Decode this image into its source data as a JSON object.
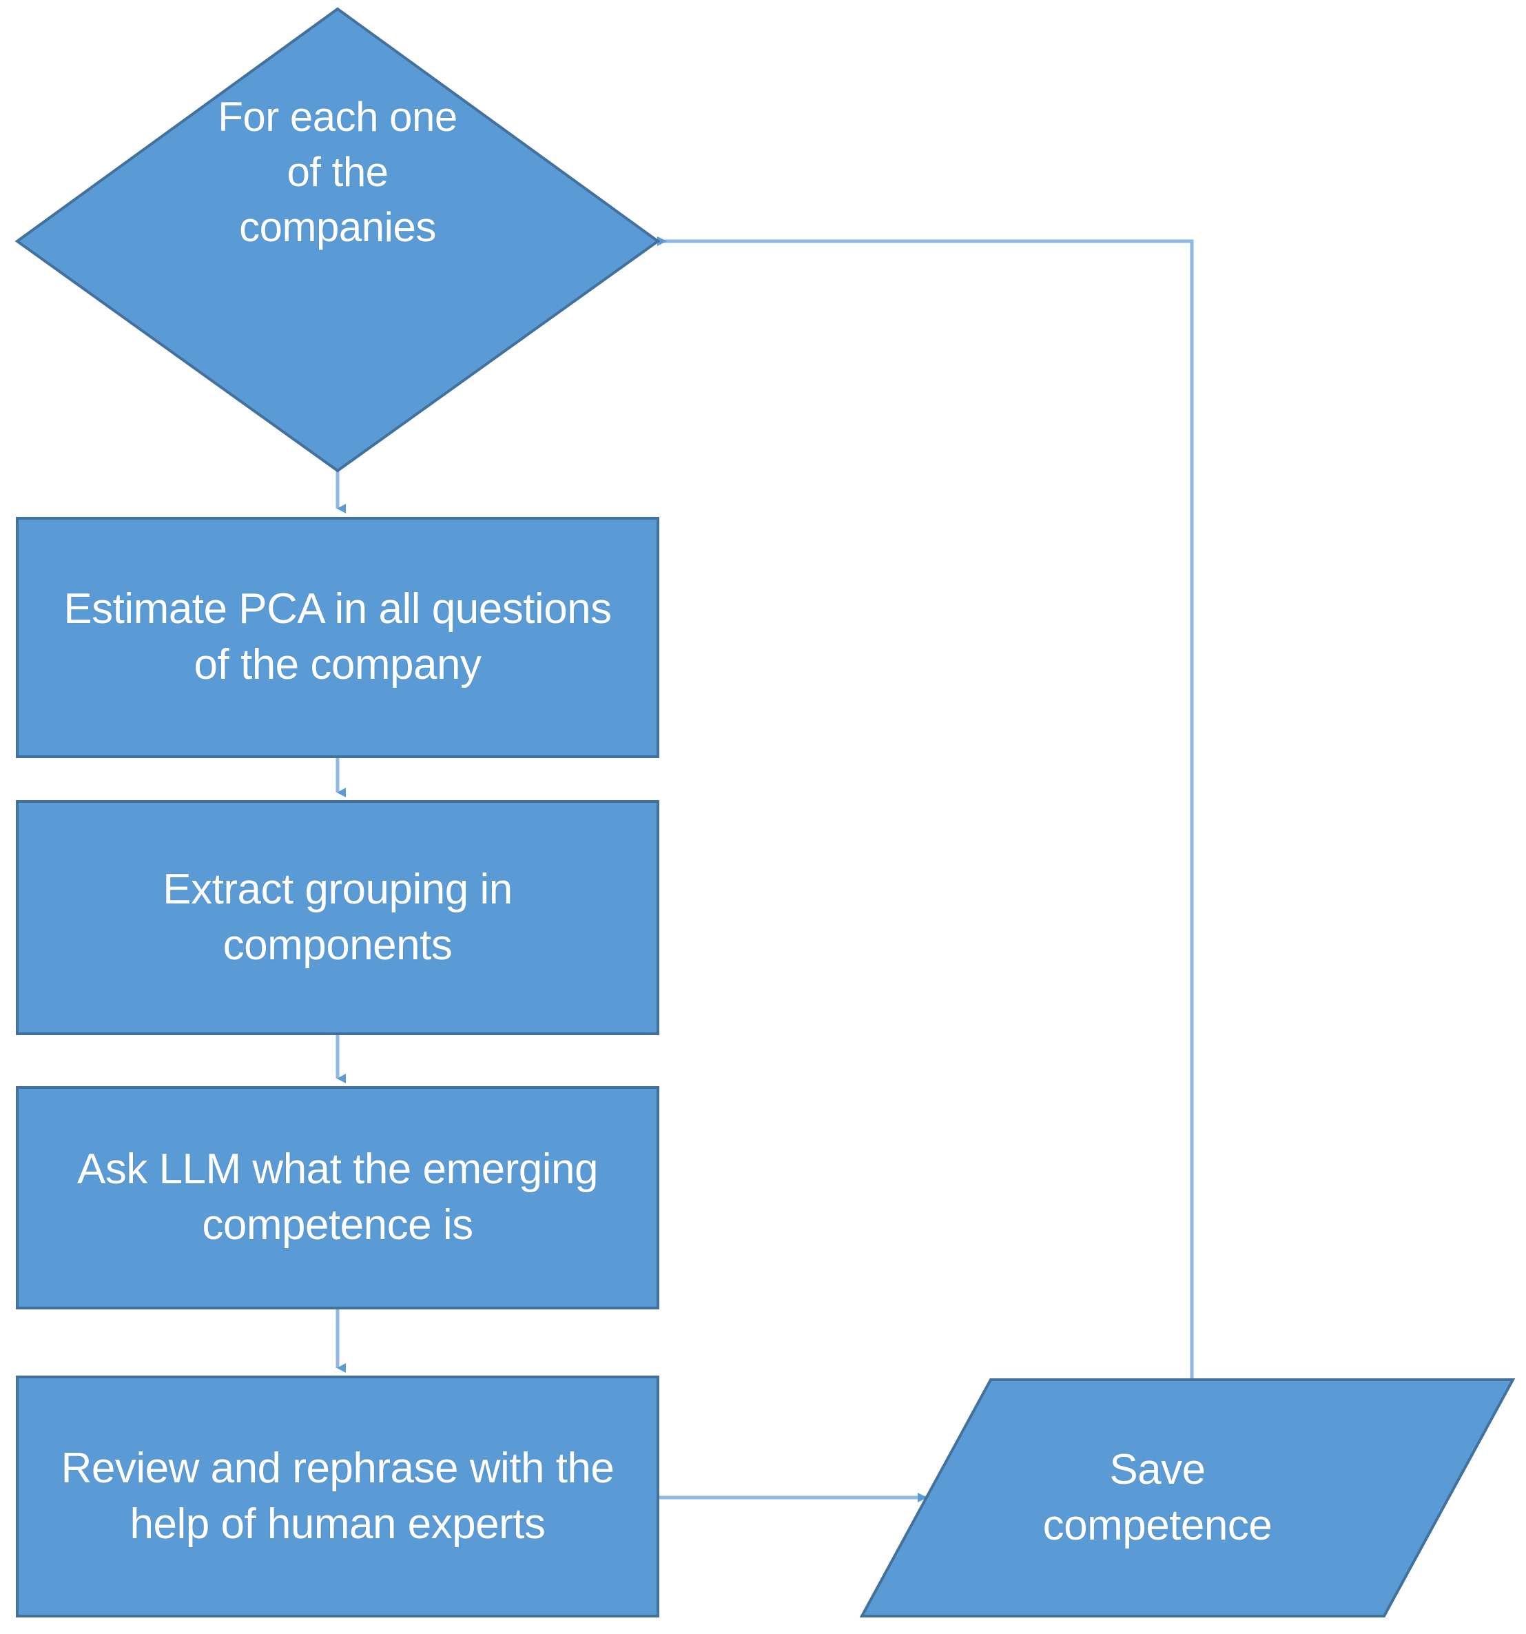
{
  "chart_data": {
    "type": "diagram",
    "title": "",
    "diagram_kind": "flowchart",
    "orientation": "top-to-bottom with feedback loop",
    "colors": {
      "node_fill": "#5B9BD5",
      "node_stroke": "#41719C",
      "node_text": "#FFFFFF",
      "connector": "#8EB9E4",
      "background": "#FFFFFF"
    },
    "nodes": [
      {
        "id": "decision",
        "shape": "diamond",
        "label": "For each one\nof the\ncompanies"
      },
      {
        "id": "pca",
        "shape": "rectangle",
        "label": "Estimate PCA in all questions\nof the company"
      },
      {
        "id": "grouping",
        "shape": "rectangle",
        "label": "Extract grouping in\ncomponents"
      },
      {
        "id": "askllm",
        "shape": "rectangle",
        "label": "Ask LLM what the emerging\ncompetence is"
      },
      {
        "id": "review",
        "shape": "rectangle",
        "label": "Review and rephrase with the\nhelp of human experts"
      },
      {
        "id": "save",
        "shape": "parallelogram",
        "label": "Save\ncompetence"
      }
    ],
    "edges": [
      {
        "from": "decision",
        "to": "pca",
        "label": "",
        "style": "straight-down"
      },
      {
        "from": "pca",
        "to": "grouping",
        "label": "",
        "style": "straight-down"
      },
      {
        "from": "grouping",
        "to": "askllm",
        "label": "",
        "style": "straight-down"
      },
      {
        "from": "askllm",
        "to": "review",
        "label": "",
        "style": "straight-down"
      },
      {
        "from": "review",
        "to": "save",
        "label": "",
        "style": "straight-right"
      },
      {
        "from": "save",
        "to": "decision",
        "label": "",
        "style": "loop-up-and-left"
      }
    ]
  },
  "nodes": {
    "decision": {
      "label": "For each one\nof the\ncompanies"
    },
    "pca": {
      "label": "Estimate PCA in all questions\nof the company"
    },
    "grouping": {
      "label": "Extract grouping in\ncomponents"
    },
    "askllm": {
      "label": "Ask LLM what the emerging\ncompetence is"
    },
    "review": {
      "label": "Review and rephrase with the\nhelp of human experts"
    },
    "save": {
      "label": "Save\ncompetence"
    }
  }
}
